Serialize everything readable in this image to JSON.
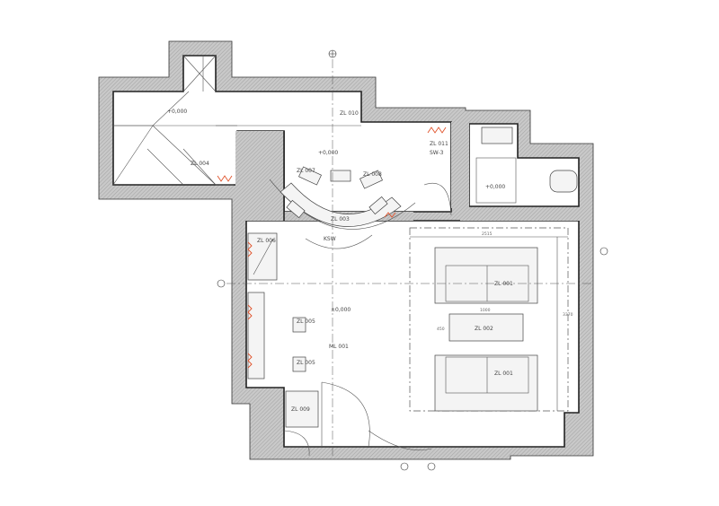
{
  "plan": {
    "levels": {
      "top": "+0,000",
      "center": "±0,000",
      "right": "+0,000",
      "desk": "+0,000"
    },
    "furniture": {
      "zl_001_top": "ZL 001",
      "zl_001_bottom": "ZL 001",
      "zl_002": "ZL 002",
      "zl_003": "ZL 003",
      "zl_004": "ZL 004",
      "zl_005_a": "ZL 005",
      "zl_005_b": "ZL 005",
      "zl_006": "ZL 006",
      "zl_007": "ZL 007",
      "zl_008": "ZL 008",
      "zl_009": "ZL 009",
      "zl_010": "ZL 010",
      "zl_011": "ZL 011",
      "ml_001": "ML 001",
      "ksw": "KSW",
      "sw": "SW-3"
    },
    "dimensions": {
      "d_2515": "2515",
      "d_1000": "1000",
      "d_450": "450",
      "d_3370": "3370"
    },
    "colors": {
      "hatch": "#b8b8b8",
      "wall_line": "#222222",
      "accent_red": "#e0522a"
    }
  }
}
